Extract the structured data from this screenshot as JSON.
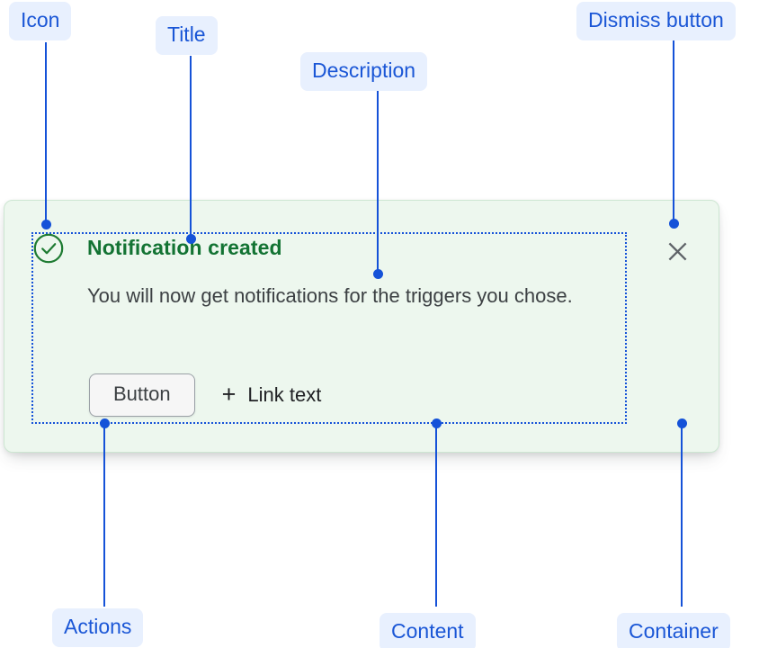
{
  "annotations": [
    {
      "id": "icon",
      "label": "Icon"
    },
    {
      "id": "title",
      "label": "Title"
    },
    {
      "id": "description",
      "label": "Description"
    },
    {
      "id": "dismiss_button",
      "label": "Dismiss button"
    },
    {
      "id": "actions",
      "label": "Actions"
    },
    {
      "id": "content",
      "label": "Content"
    },
    {
      "id": "container",
      "label": "Container"
    }
  ],
  "notification": {
    "icon": "check-circle-icon",
    "title": "Notification created",
    "description": "You will now get notifications for the triggers you chose.",
    "dismiss_icon": "close-icon",
    "actions": {
      "button_label": "Button",
      "link_icon": "plus-icon",
      "link_label": "Link text"
    }
  },
  "colors": {
    "annotation_text": "#1552D8",
    "annotation_pill_bg": "#E8F0FE",
    "leader_line": "#1552D8",
    "container_bg": "#EDF7EE",
    "container_border": "#CDE6D2",
    "title_green": "#137333",
    "description_gray": "#3C4043",
    "dismiss_gray": "#5F6368",
    "button_border": "#9AA0A6",
    "button_bg": "#F6F6F6",
    "link_text": "#202124"
  }
}
